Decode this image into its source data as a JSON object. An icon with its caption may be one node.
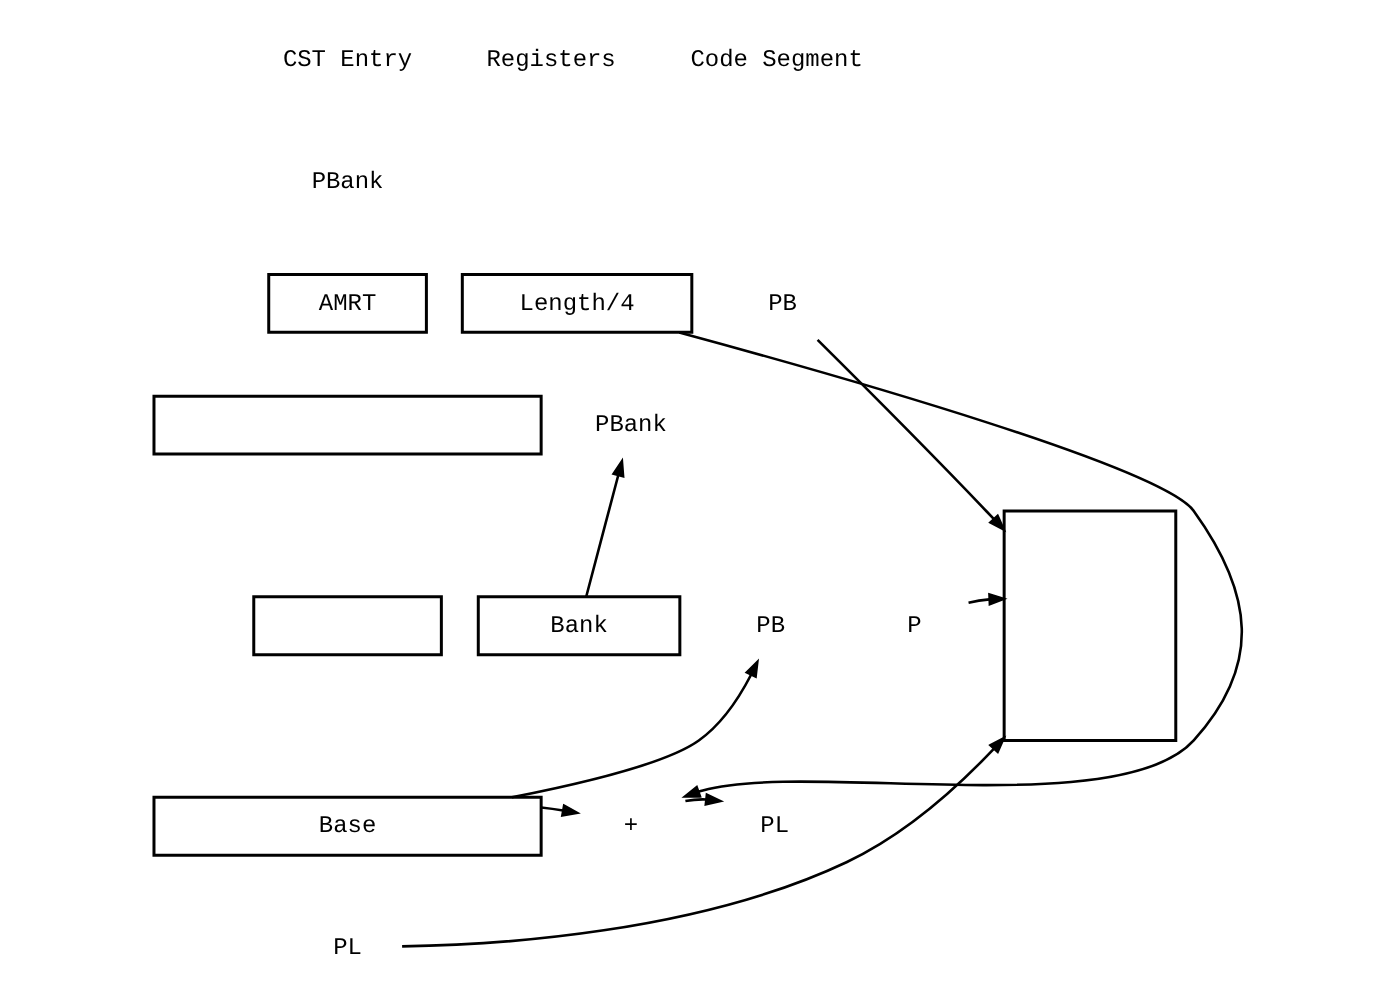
{
  "diagram": {
    "nodes": [
      {
        "text": [
          "AMRT"
        ]
      },
      {
        "text": [
          "Length/4"
        ]
      },
      {
        "text": [],
        "shape": "box"
      },
      {
        "text": [],
        "shape": "box"
      },
      {
        "text": [
          "Bank"
        ]
      },
      {
        "text": [
          "Base"
        ]
      },
      {
        "text": [
          "PBank"
        ]
      },
      {
        "text": [
          "PB"
        ]
      },
      {
        "text": [
          "+"
        ]
      },
      {
        "text": [
          "PL"
        ]
      },
      {
        "text": [
          "PB"
        ]
      },
      {
        "text": [
          "P"
        ]
      },
      {
        "text": [
          "PL"
        ]
      },
      {
        "text": [],
        "shape": "box"
      }
    ],
    "edges": [
      {
        "from": 4,
        "to": 6,
        "arrow": "to"
      },
      {
        "from": 5,
        "to": 7,
        "arrow": "to"
      },
      {
        "from": 5,
        "to": 8,
        "arrow": "to"
      },
      {
        "from": 1,
        "to": 8,
        "arrow": "to"
      },
      {
        "from": 8,
        "to": 9,
        "arrow": "to"
      },
      {
        "from": 10,
        "to": 13,
        "arrow": "to"
      },
      {
        "from": 11,
        "to": 13,
        "arrow": "to"
      },
      {
        "from": 12,
        "to": 13,
        "arrow": "to"
      }
    ],
    "labels": [
      "CST Entry",
      "Registers",
      "Code Segment",
      "PBank"
    ]
  }
}
